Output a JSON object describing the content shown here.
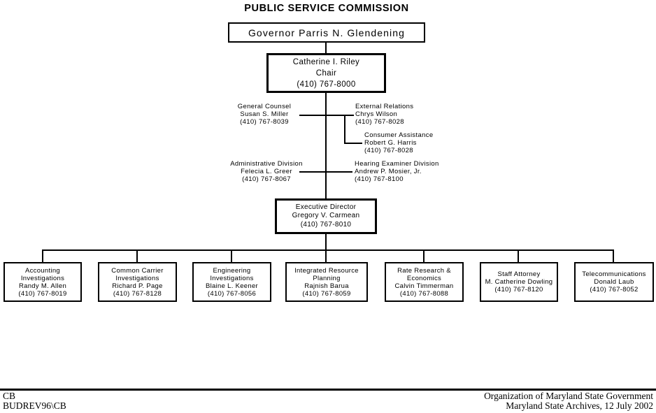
{
  "title": "PUBLIC SERVICE COMMISSION",
  "governor": {
    "name": "Governor Parris N. Glendening"
  },
  "chair": {
    "name": "Catherine I. Riley",
    "title": "Chair",
    "phone": "(410) 767-8000"
  },
  "staff_offices": {
    "general_counsel": {
      "title": "General Counsel",
      "name": "Susan S. Miller",
      "phone": "(410) 767-8039"
    },
    "external_relations": {
      "title": "External Relations",
      "name": "Chrys Wilson",
      "phone": "(410) 767-8028"
    },
    "consumer_assistance": {
      "title": "Consumer Assistance",
      "name": "Robert G. Harris",
      "phone": "(410) 767-8028"
    },
    "administrative_division": {
      "title": "Administrative Division",
      "name": "Felecia L. Greer",
      "phone": "(410) 767-8067"
    },
    "hearing_examiner": {
      "title": "Hearing Examiner Division",
      "name": "Andrew P. Mosier, Jr.",
      "phone": "(410) 767-8100"
    }
  },
  "executive_director": {
    "title": "Executive Director",
    "name": "Gregory V. Carmean",
    "phone": "(410) 767-8010"
  },
  "divisions": [
    {
      "lines": [
        "Accounting",
        "Investigations",
        "Randy M. Allen",
        "(410) 767-8019"
      ]
    },
    {
      "lines": [
        "Common Carrier",
        "Investigations",
        "Richard P. Page",
        "(410) 767-8128"
      ]
    },
    {
      "lines": [
        "Engineering",
        "Investigations",
        "Blaine L. Keener",
        "(410) 767-8056"
      ]
    },
    {
      "lines": [
        "Integrated Resource",
        "Planning",
        "Rajnish Barua",
        "(410) 767-8059"
      ]
    },
    {
      "lines": [
        "Rate Research &",
        "Economics",
        "Calvin Timmerman",
        "(410) 767-8088"
      ]
    },
    {
      "lines": [
        "Staff Attorney",
        "M. Catherine Dowling",
        "(410) 767-8120"
      ]
    },
    {
      "lines": [
        "Telecommunications",
        "Donald Laub",
        "(410) 767-8052"
      ]
    }
  ],
  "footer": {
    "left_line1": "CB",
    "left_line2": "BUDREV96\\CB",
    "right_line1": "Organization of Maryland State Government",
    "right_line2": "Maryland State Archives, 12 July 2002"
  },
  "colors": {
    "ink": "#000000",
    "background": "#ffffff"
  }
}
